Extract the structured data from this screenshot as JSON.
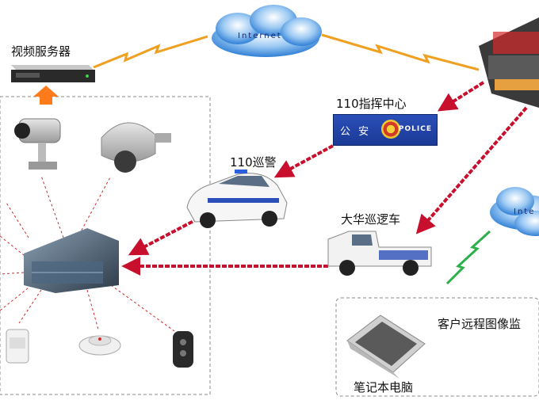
{
  "labels": {
    "video_server": "视频服务器",
    "command_center": "110指挥中心",
    "patrol_110": "110巡警",
    "dahua_patrol": "大华巡逻车",
    "client_remote": "客户远程图像监",
    "laptop": "笔记本电脑"
  },
  "cloud": {
    "internet_main": "Internet",
    "internet_side": "Inte"
  },
  "police_banner": {
    "left": "公 安",
    "right": "POLICE"
  },
  "colors": {
    "arrow_red": "#c8102e",
    "lightning": "#f0a020",
    "lightning_green": "#2bb04a",
    "cloud": "#3a8fe0",
    "dashed_border": "#8a8a8a",
    "up_arrow": "#ff7a1a"
  },
  "icons": [
    "server-icon",
    "bullet-camera-icon",
    "dome-camera-icon",
    "building-icon",
    "pir-sensor-icon",
    "smoke-detector-icon",
    "remote-fob-icon",
    "police-car-icon",
    "patrol-truck-icon",
    "laptop-icon",
    "control-room-icon"
  ]
}
